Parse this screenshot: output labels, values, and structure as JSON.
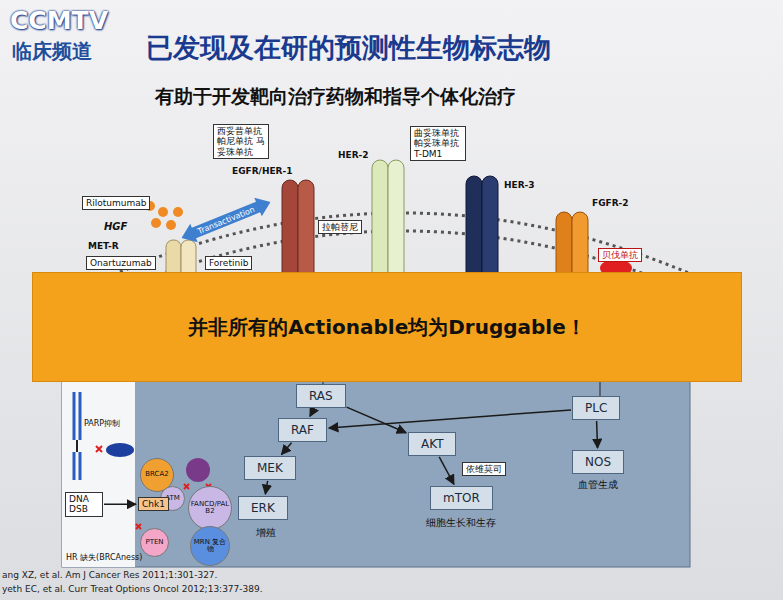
{
  "diagram": {
    "title": "已发现及在研的预测性生物标志物",
    "nodes": [
      {
        "text": [
          "西妥昔单抗 帕尼单抗 马妥珠单抗"
        ]
      },
      {
        "text": [
          "曲妥珠单抗 帕妥珠单抗 T-DM1"
        ]
      },
      {
        "text": [
          "Rilotumumab"
        ]
      },
      {
        "text": [
          "Transactivation"
        ]
      },
      {
        "text": [
          "Onartuzumab"
        ]
      },
      {
        "text": [
          "Foretinib"
        ]
      },
      {
        "text": [
          "拉帕替尼"
        ]
      },
      {
        "text": [
          "贝伐单抗"
        ]
      },
      {
        "text": [
          "并非所有的Actionable均为Druggable！"
        ]
      },
      {
        "text": [
          "RAS"
        ]
      },
      {
        "text": [
          "RAF"
        ]
      },
      {
        "text": [
          "MEK"
        ]
      },
      {
        "text": [
          "ERK"
        ]
      },
      {
        "text": [
          "AKT"
        ]
      },
      {
        "text": [
          "mTOR"
        ]
      },
      {
        "text": [
          "PLC"
        ]
      },
      {
        "text": [
          "NOS"
        ]
      },
      {
        "text": [
          "依维莫司"
        ]
      },
      {
        "text": [
          "BRCA2"
        ]
      },
      {
        "text": [
          "ATM"
        ]
      },
      {
        "text": [
          "Chk1"
        ]
      },
      {
        "text": [
          "FANCD/PALB2"
        ]
      },
      {
        "text": [
          "PTEN"
        ]
      },
      {
        "text": [
          "MRN 复合物"
        ]
      },
      {
        "text": [
          "DNA DSB"
        ]
      }
    ],
    "edges": [
      {
        "from": 9,
        "to": 10,
        "arrow": "to"
      },
      {
        "from": 10,
        "to": 11,
        "arrow": "to"
      },
      {
        "from": 11,
        "to": 12,
        "arrow": "to"
      },
      {
        "from": 9,
        "to": 13,
        "arrow": "to"
      },
      {
        "from": 13,
        "to": 14,
        "arrow": "to"
      },
      {
        "from": 15,
        "to": 16,
        "arrow": "to"
      },
      {
        "from": 15,
        "to": 10,
        "arrow": "to"
      },
      {
        "from": 24,
        "to": 20,
        "arrow": "to"
      }
    ],
    "labels": [
      "CCMTV",
      "临床频道",
      "有助于开发靶向治疗药物和指导个体化治疗",
      "EGFR/HER-1",
      "HER-2",
      "HER-3",
      "FGFR-2",
      "HGF",
      "MET-R",
      "细胞生长和生存",
      "增殖",
      "血管生成",
      "PARP抑制",
      "HR 缺失(BRCAness)",
      "ang XZ, et al. Am J Cancer Res 2011;1:301-327.",
      "yeth EC, et al. Curr Treat Options Oncol 2012;13:377-389."
    ]
  }
}
